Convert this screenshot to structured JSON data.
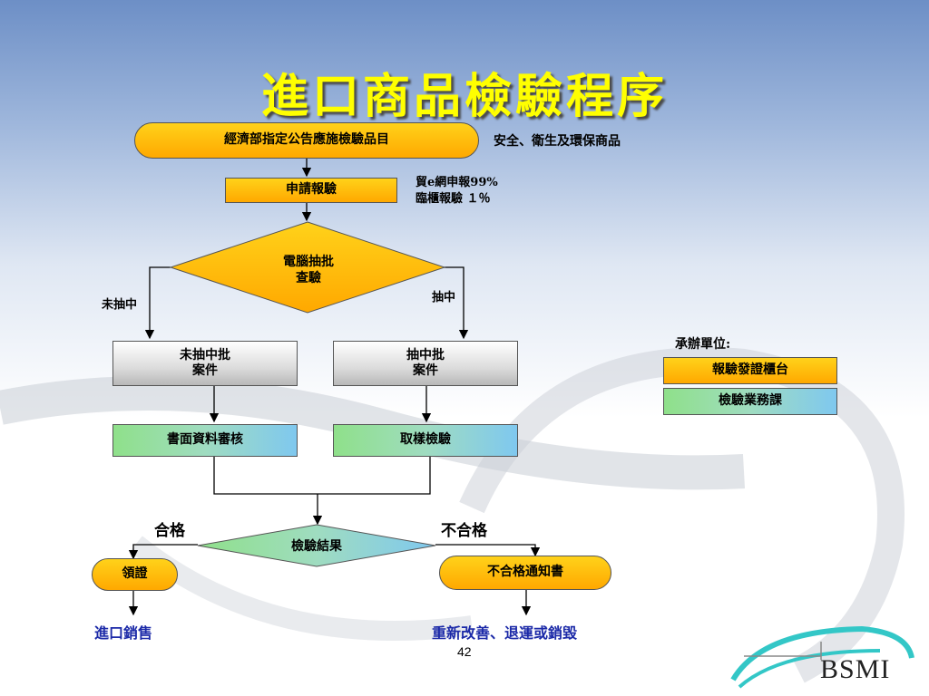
{
  "title": "進口商品檢驗程序",
  "nodes": {
    "start": "經濟部指定公告應施檢驗品目",
    "apply": "申請報驗",
    "random_line1": "電腦抽批",
    "random_line2": "查驗",
    "not_selected_line1": "未抽中批",
    "not_selected_line2": "案件",
    "selected_line1": "抽中批",
    "selected_line2": "案件",
    "document_review": "書面資料審核",
    "sampling": "取樣檢驗",
    "result": "檢驗結果",
    "certificate": "領證",
    "fail_notice": "不合格通知書"
  },
  "notes": {
    "start_side": "安全、衛生及環保商品",
    "apply_side_line1": "貿e網申報99%",
    "apply_side_line2": "臨櫃報驗 １％"
  },
  "edge_labels": {
    "not_selected": "未抽中",
    "selected": "抽中",
    "pass": "合格",
    "fail": "不合格"
  },
  "outcomes": {
    "pass": "進口銷售",
    "fail": "重新改善、退運或銷毀"
  },
  "legend": {
    "title": "承辦單位:",
    "items": [
      {
        "label": "報驗發證櫃台",
        "color": "#ffb000"
      },
      {
        "label": "檢驗業務課",
        "color": "#8fe0b0"
      }
    ]
  },
  "page_number": "42",
  "logo": "BSMI"
}
